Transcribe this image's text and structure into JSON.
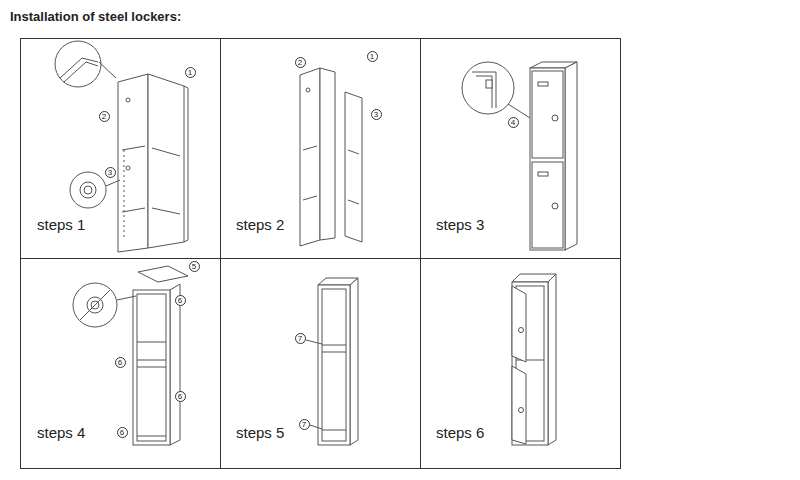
{
  "diagram": {
    "title": "Installation of steel lockers:",
    "labels": [
      "1",
      "2",
      "3",
      "steps 1",
      "2",
      "1",
      "3",
      "steps 2",
      "4",
      "steps 3",
      "5",
      "6",
      "6",
      "6",
      "6",
      "steps 4",
      "7",
      "7",
      "steps 5",
      "steps 6"
    ]
  }
}
